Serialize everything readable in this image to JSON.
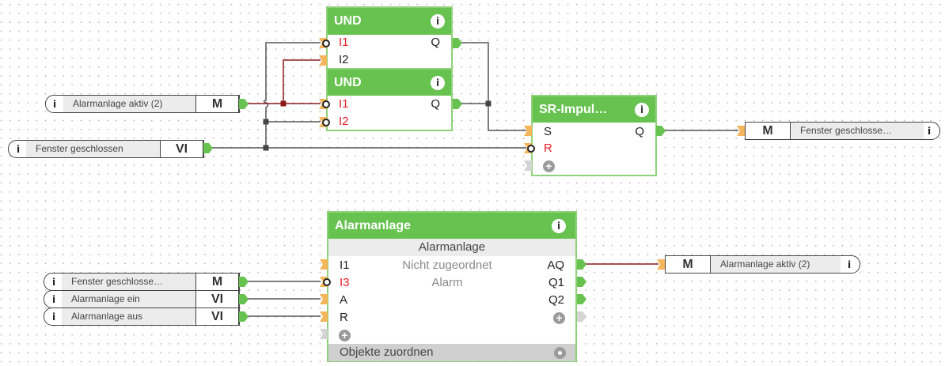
{
  "colors": {
    "block_header": "#67c250",
    "wire_default": "#555555",
    "wire_active": "#8b1a1a",
    "negated_pin": "#e8202a",
    "input_connector": "#f5b55a",
    "output_connector": "#67c250",
    "unused_connector": "#d4d4d4"
  },
  "blocks": {
    "und1": {
      "title": "UND",
      "info_icon": "info-icon",
      "inputs": [
        {
          "label": "I1",
          "negated": true
        },
        {
          "label": "I2",
          "negated": false
        }
      ],
      "outputs": [
        {
          "label": "Q"
        }
      ]
    },
    "und2": {
      "title": "UND",
      "info_icon": "info-icon",
      "inputs": [
        {
          "label": "I1",
          "negated": true
        },
        {
          "label": "I2",
          "negated": true
        }
      ],
      "outputs": [
        {
          "label": "Q"
        }
      ]
    },
    "sr": {
      "title": "SR-Impul…",
      "info_icon": "info-icon",
      "inputs": [
        {
          "label": "S",
          "negated": false
        },
        {
          "label": "R",
          "negated": true
        }
      ],
      "add_input_icon": "plus-icon",
      "outputs": [
        {
          "label": "Q"
        }
      ]
    },
    "alarm": {
      "title": "Alarmanlage",
      "info_icon": "info-icon",
      "subtitle": "Alarmanlage",
      "status_line1": "Nicht zugeordnet",
      "status_line2": "Alarm",
      "inputs": [
        {
          "label": "I1",
          "negated": false
        },
        {
          "label": "I3",
          "negated": true
        },
        {
          "label": "A",
          "negated": false
        },
        {
          "label": "R",
          "negated": false
        }
      ],
      "outputs": [
        {
          "label": "AQ"
        },
        {
          "label": "Q1"
        },
        {
          "label": "Q2"
        }
      ],
      "footer": "Objekte zuordnen",
      "footer_icon": "gear-icon"
    }
  },
  "variables": {
    "in_alarm_aktiv": {
      "label": "Alarmanlage aktiv (2)",
      "type": "M"
    },
    "in_fenster": {
      "label": "Fenster geschlossen",
      "type": "VI"
    },
    "in_fenster_m": {
      "label": "Fenster geschlosse…",
      "type": "M"
    },
    "in_alarm_ein": {
      "label": "Alarmanlage ein",
      "type": "VI"
    },
    "in_alarm_aus": {
      "label": "Alarmanlage aus",
      "type": "VI"
    },
    "out_fenster_m": {
      "label": "Fenster geschlosse…",
      "type": "M"
    },
    "out_alarm_aktiv": {
      "label": "Alarmanlage aktiv (2)",
      "type": "M"
    }
  },
  "info_glyph": "i",
  "plus_glyph": "+"
}
